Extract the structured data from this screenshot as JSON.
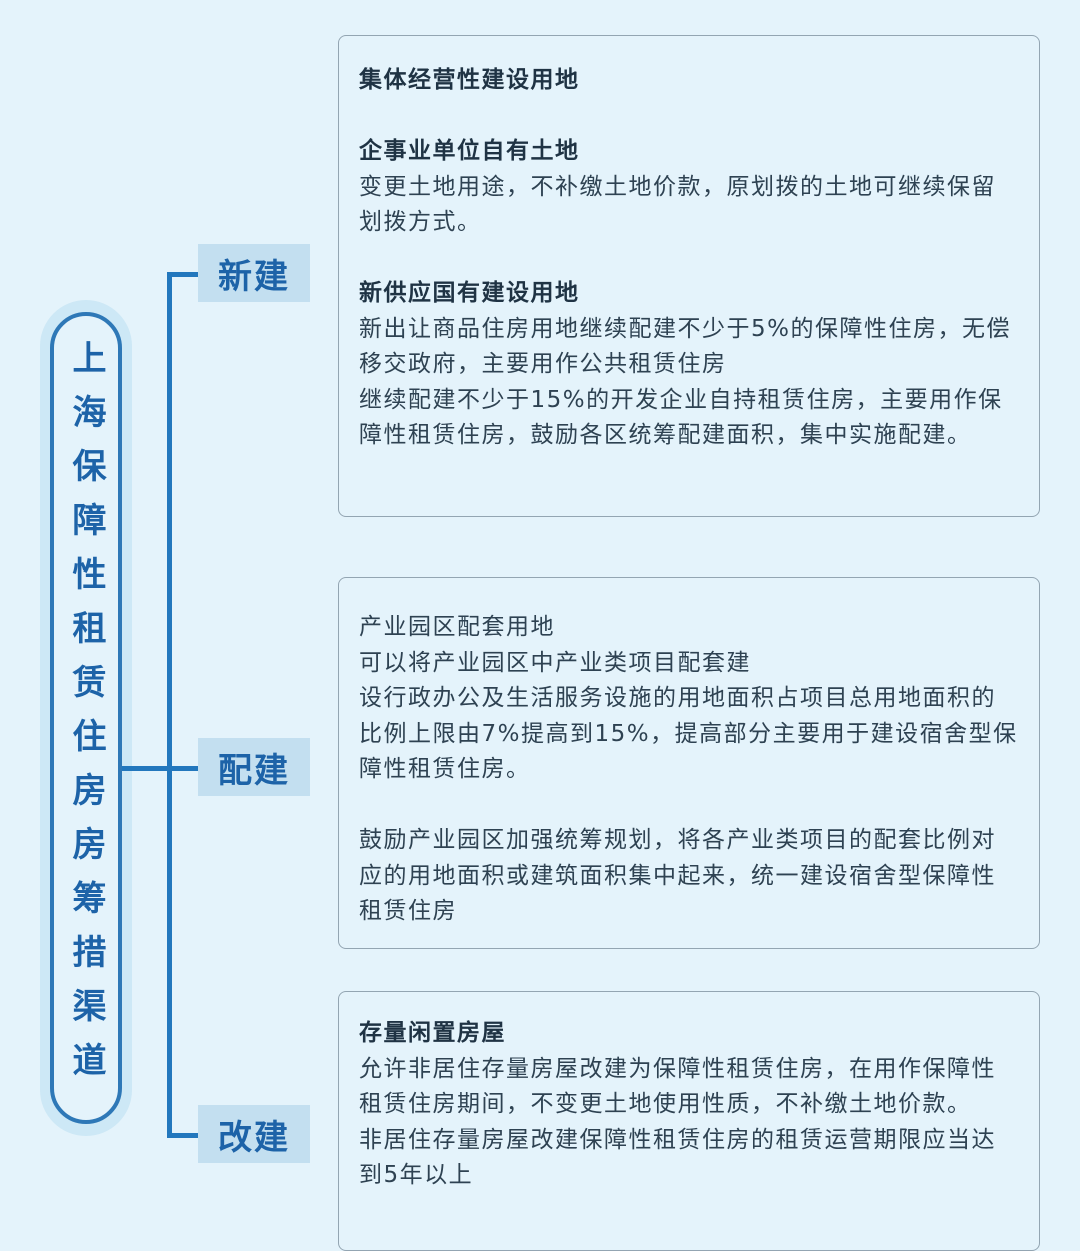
{
  "title": "上海保障性租赁住房房筹措渠道",
  "colors": {
    "background": "#e4f3fb",
    "accent": "#2277bd",
    "label_bg": "#c3dff0",
    "title_text": "#1d63a8"
  },
  "branches": [
    {
      "label": "新建",
      "paragraphs": [
        {
          "heading": "集体经营性建设用地",
          "lines": []
        },
        {
          "heading": "企事业单位自有土地",
          "lines": [
            "变更土地用途，不补缴土地价款，原划拨的土地可继续保留划拨方式。"
          ]
        },
        {
          "heading": "新供应国有建设用地",
          "lines": [
            "新出让商品住房用地继续配建不少于5%的保障性住房，无偿移交政府，主要用作公共租赁住房",
            "继续配建不少于15%的开发企业自持租赁住房，主要用作保障性租赁住房，鼓励各区统筹配建面积，集中实施配建。"
          ]
        }
      ]
    },
    {
      "label": "配建",
      "paragraphs": [
        {
          "heading": "",
          "lines": [
            "产业园区配套用地",
            "可以将产业园区中产业类项目配套建",
            "设行政办公及生活服务设施的用地面积占项目总用地面积的比例上限由7%提高到15%，提高部分主要用于建设宿舍型保障性租赁住房。"
          ]
        },
        {
          "heading": "",
          "lines": [
            "鼓励产业园区加强统筹规划，将各产业类项目的配套比例对应的用地面积或建筑面积集中起来，统一建设宿舍型保障性租赁住房"
          ]
        }
      ]
    },
    {
      "label": "改建",
      "paragraphs": [
        {
          "heading": "存量闲置房屋",
          "lines": [
            "允许非居住存量房屋改建为保障性租赁住房，在用作保障性租赁住房期间，不变更土地使用性质，不补缴土地价款。",
            "非居住存量房屋改建保障性租赁住房的租赁运营期限应当达到5年以上"
          ]
        }
      ]
    }
  ]
}
